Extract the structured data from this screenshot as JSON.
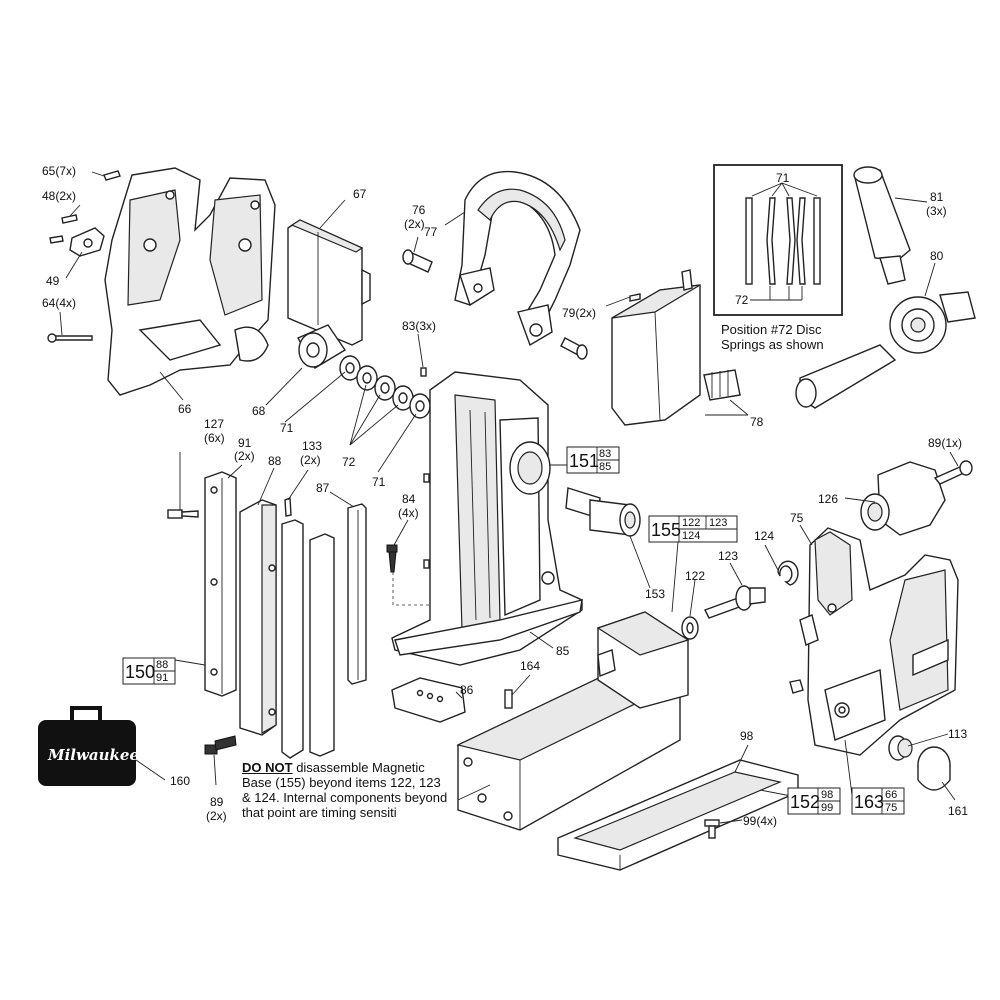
{
  "labels": {
    "l65": "65(7x)",
    "l48": "48(2x)",
    "l49": "49",
    "l64": "64(4x)",
    "l66": "66",
    "l67": "67",
    "l68": "68",
    "l71a": "71",
    "l72a": "72",
    "l71b": "71",
    "l76": "76",
    "l76q": "(2x)",
    "l77": "77",
    "l83": "83(3x)",
    "l79": "79(2x)",
    "l78": "78",
    "l71c": "71",
    "l72c": "72",
    "l81": "81",
    "l81q": "(3x)",
    "l80": "80",
    "l89a": "89(1x)",
    "l126": "126",
    "l127": "127",
    "l127q": "(6x)",
    "l91": "91",
    "l91q": "(2x)",
    "l88": "88",
    "l133": "133",
    "l133q": "(2x)",
    "l87": "87",
    "l84": "84",
    "l84q": "(4x)",
    "l85": "85",
    "l153": "153",
    "l122": "122",
    "l123": "123",
    "l124": "124",
    "l75": "75",
    "l86": "86",
    "l164": "164",
    "l98": "98",
    "l113": "113",
    "l160": "160",
    "l89b": "89",
    "l89bq": "(2x)",
    "l99": "99(4x)",
    "l161": "161"
  },
  "inset": {
    "caption_line1": "Position #72 Disc",
    "caption_line2": "Springs as shown"
  },
  "assemblies": {
    "a151": {
      "main": "151",
      "sub1": "83",
      "sub2": "85"
    },
    "a155": {
      "main": "155",
      "sub1": "122",
      "sub2": "123",
      "sub3": "124"
    },
    "a150": {
      "main": "150",
      "sub1": "88",
      "sub2": "91"
    },
    "a152": {
      "main": "152",
      "sub1": "98",
      "sub2": "99"
    },
    "a163": {
      "main": "163",
      "sub1": "66",
      "sub2": "75"
    }
  },
  "note": {
    "emphasis": "DO NOT",
    "text": "disassemble Magnetic Base (155) beyond items 122, 123 & 124. Internal components beyond that point are timing sensiti"
  },
  "case_brand": "Milwaukee"
}
